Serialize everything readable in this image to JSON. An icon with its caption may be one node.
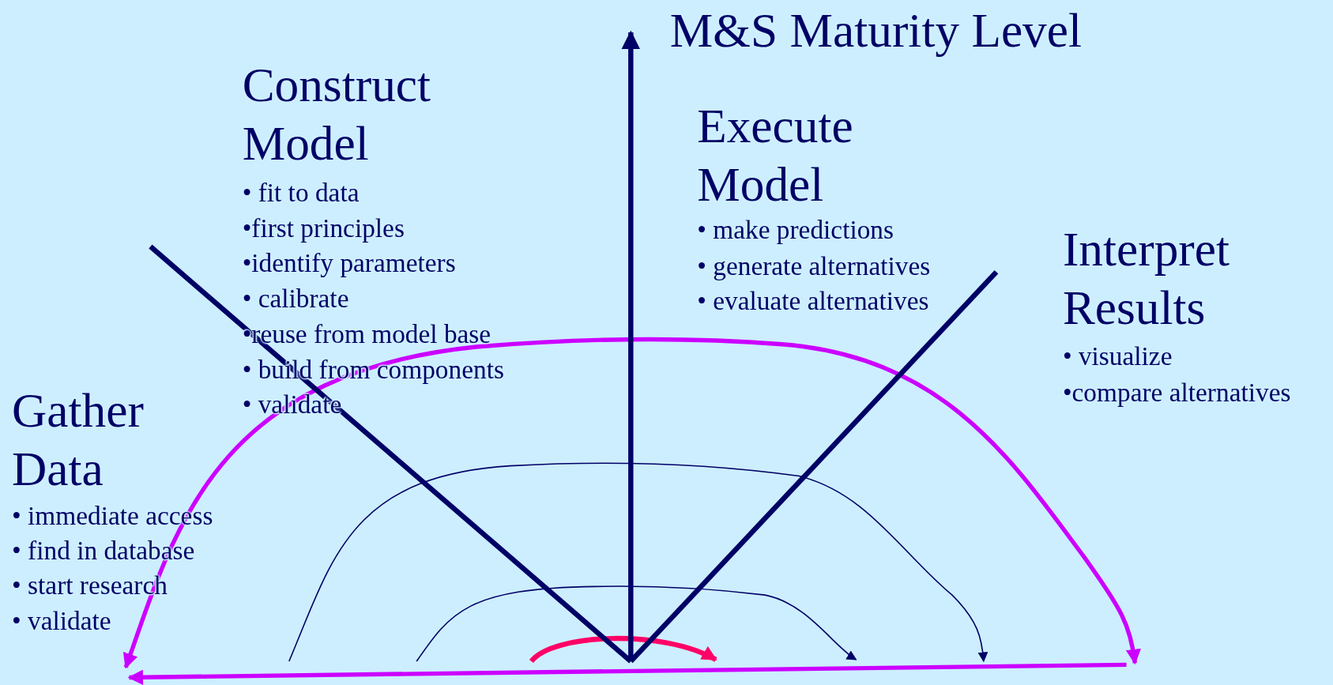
{
  "diagram": {
    "labels": [
      "M&S Maturity Level",
      "Construct Model",
      "• fit to data",
      "•first principles",
      "•identify parameters",
      "• calibrate",
      "•reuse from model base",
      "• build from components",
      "• validate",
      "Execute Model",
      "• make predictions",
      "• generate alternatives",
      "• evaluate alternatives",
      "Interpret Results",
      "• visualize",
      "•compare alternatives",
      "Gather Data",
      "• immediate access",
      "• find in database",
      "• start research",
      "• validate"
    ]
  }
}
